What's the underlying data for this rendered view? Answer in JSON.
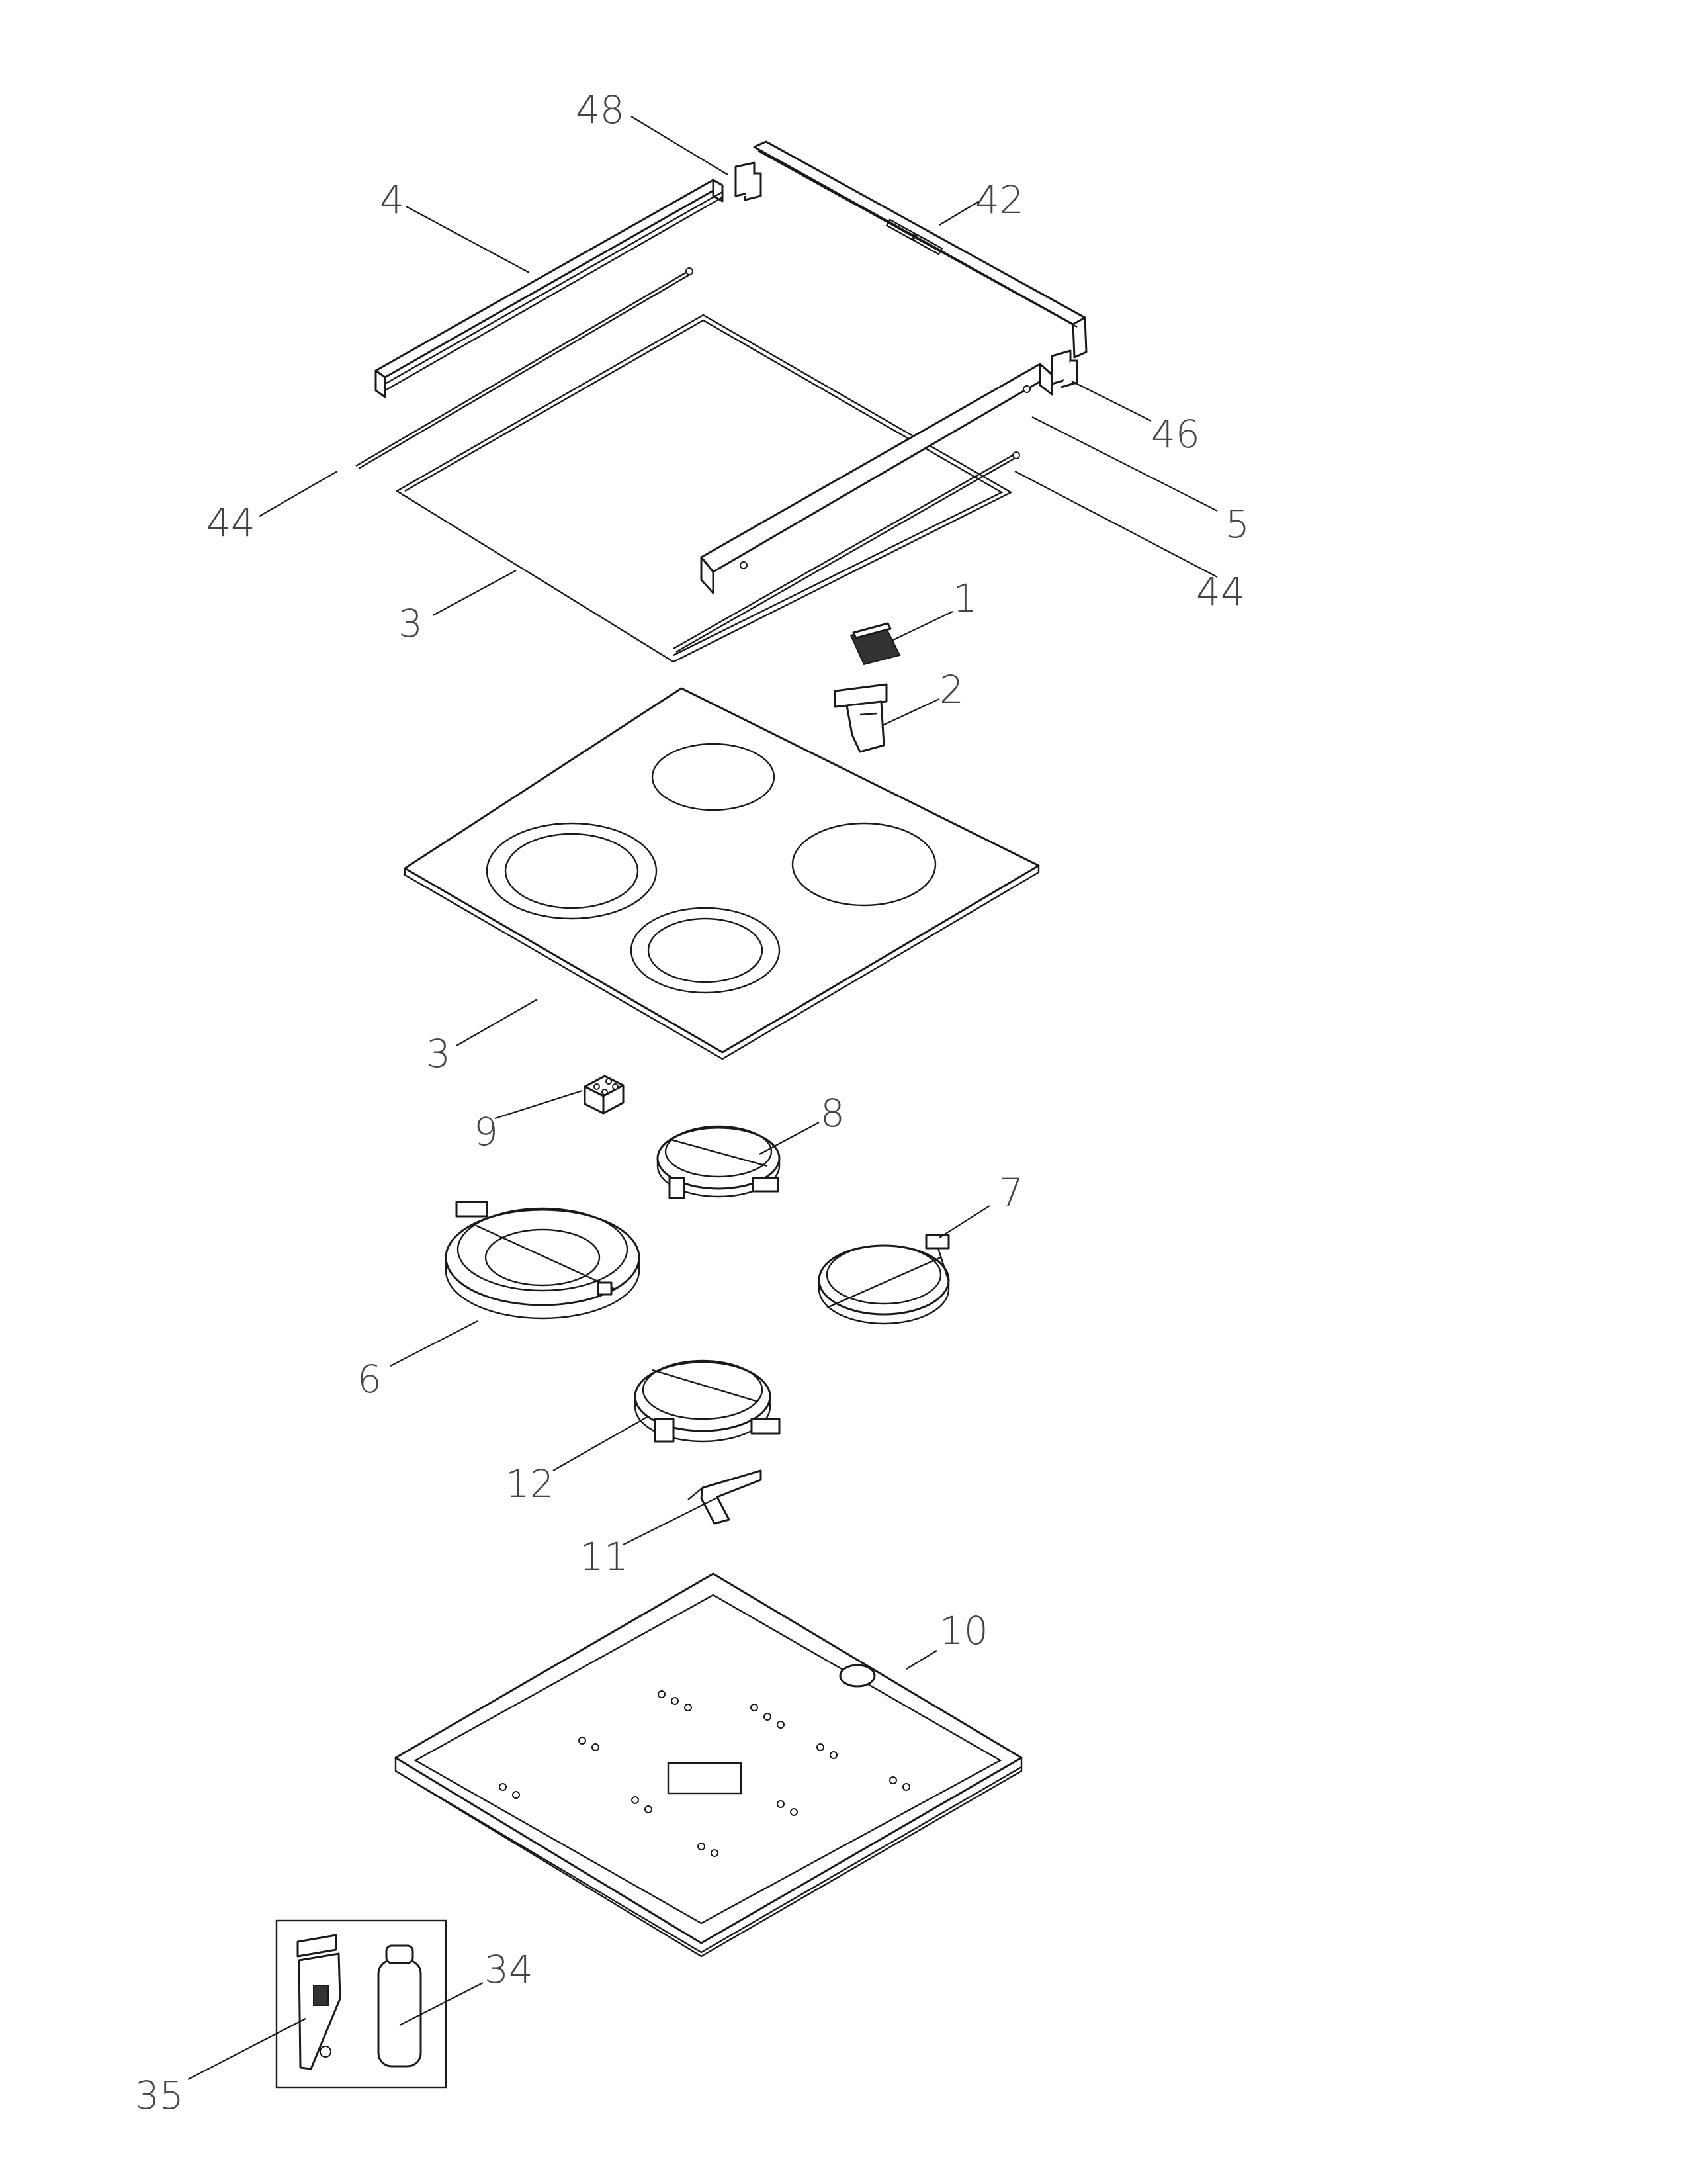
{
  "callouts": [
    {
      "id": "48",
      "text": "48"
    },
    {
      "id": "42",
      "text": "42"
    },
    {
      "id": "4",
      "text": "4"
    },
    {
      "id": "46",
      "text": "46"
    },
    {
      "id": "5",
      "text": "5"
    },
    {
      "id": "44a",
      "text": "44"
    },
    {
      "id": "44b",
      "text": "44"
    },
    {
      "id": "3a",
      "text": "3"
    },
    {
      "id": "1",
      "text": "1"
    },
    {
      "id": "2",
      "text": "2"
    },
    {
      "id": "3b",
      "text": "3"
    },
    {
      "id": "9",
      "text": "9"
    },
    {
      "id": "8",
      "text": "8"
    },
    {
      "id": "7",
      "text": "7"
    },
    {
      "id": "6",
      "text": "6"
    },
    {
      "id": "12",
      "text": "12"
    },
    {
      "id": "11",
      "text": "11"
    },
    {
      "id": "10",
      "text": "10"
    },
    {
      "id": "34",
      "text": "34"
    },
    {
      "id": "35",
      "text": "35"
    }
  ]
}
